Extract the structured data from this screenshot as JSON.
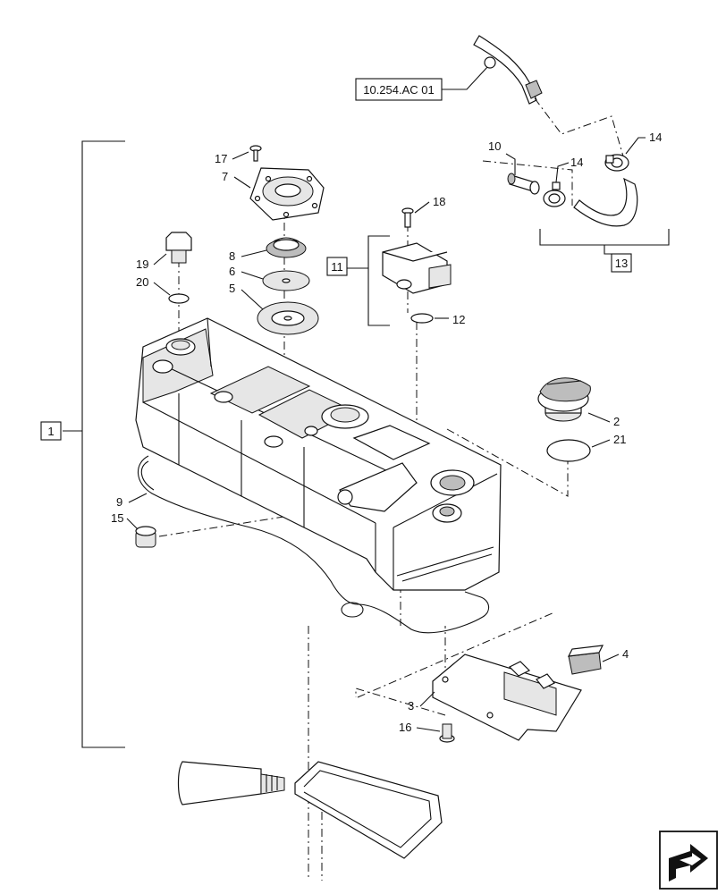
{
  "reference_box": "10.254.AC 01",
  "callouts": {
    "c1": "1",
    "c2": "2",
    "c3": "3",
    "c4": "4",
    "c5": "5",
    "c6": "6",
    "c7": "7",
    "c8": "8",
    "c9": "9",
    "c10": "10",
    "c11": "11",
    "c12": "12",
    "c13": "13",
    "c14a": "14",
    "c14b": "14",
    "c15": "15",
    "c16": "16",
    "c17": "17",
    "c18": "18",
    "c19": "19",
    "c20": "20",
    "c21": "21"
  },
  "nav_icon": "next-page-arrow-icon"
}
